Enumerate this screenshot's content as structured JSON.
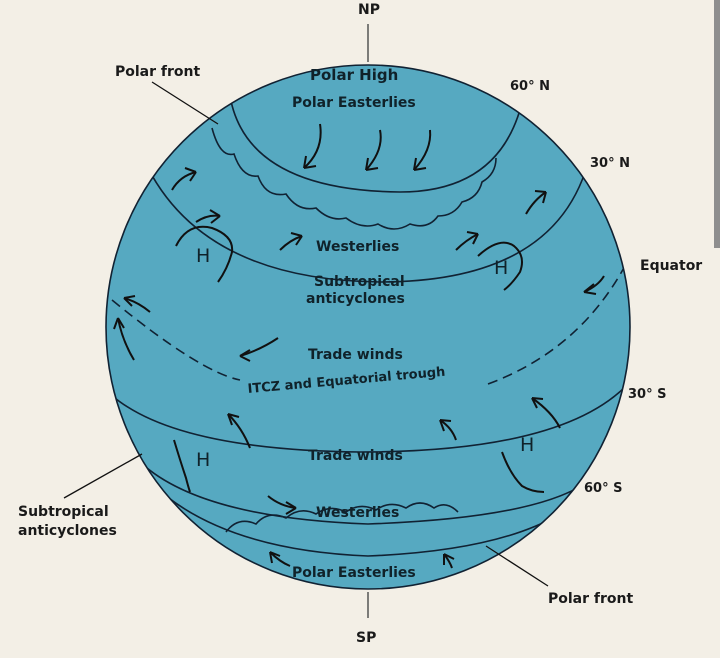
{
  "poles": {
    "north": "NP",
    "south": "SP"
  },
  "outer_labels": {
    "polar_front_top": "Polar front",
    "lat_60n": "60° N",
    "lat_30n": "30° N",
    "equator": "Equator",
    "lat_30s": "30° S",
    "lat_60s": "60° S",
    "subtropical_left": [
      "Subtropical",
      "anticyclones"
    ],
    "polar_front_bottom": "Polar front"
  },
  "inner_labels": {
    "polar_high": "Polar High",
    "polar_easterlies_n": "Polar Easterlies",
    "westerlies_n": "Westerlies",
    "subtropical_anticyclones": [
      "Subtropical",
      "anticyclones"
    ],
    "trade_winds_n": "Trade winds",
    "itcz": "ITCZ and Equatorial trough",
    "trade_winds_s": "Trade winds",
    "westerlies_s": "Westerlies",
    "polar_easterlies_s": "Polar Easterlies"
  },
  "high_pressure_marker": "H",
  "colors": {
    "globe": "#56a9c1",
    "lines": "#112233",
    "background": "#f3efe6"
  }
}
